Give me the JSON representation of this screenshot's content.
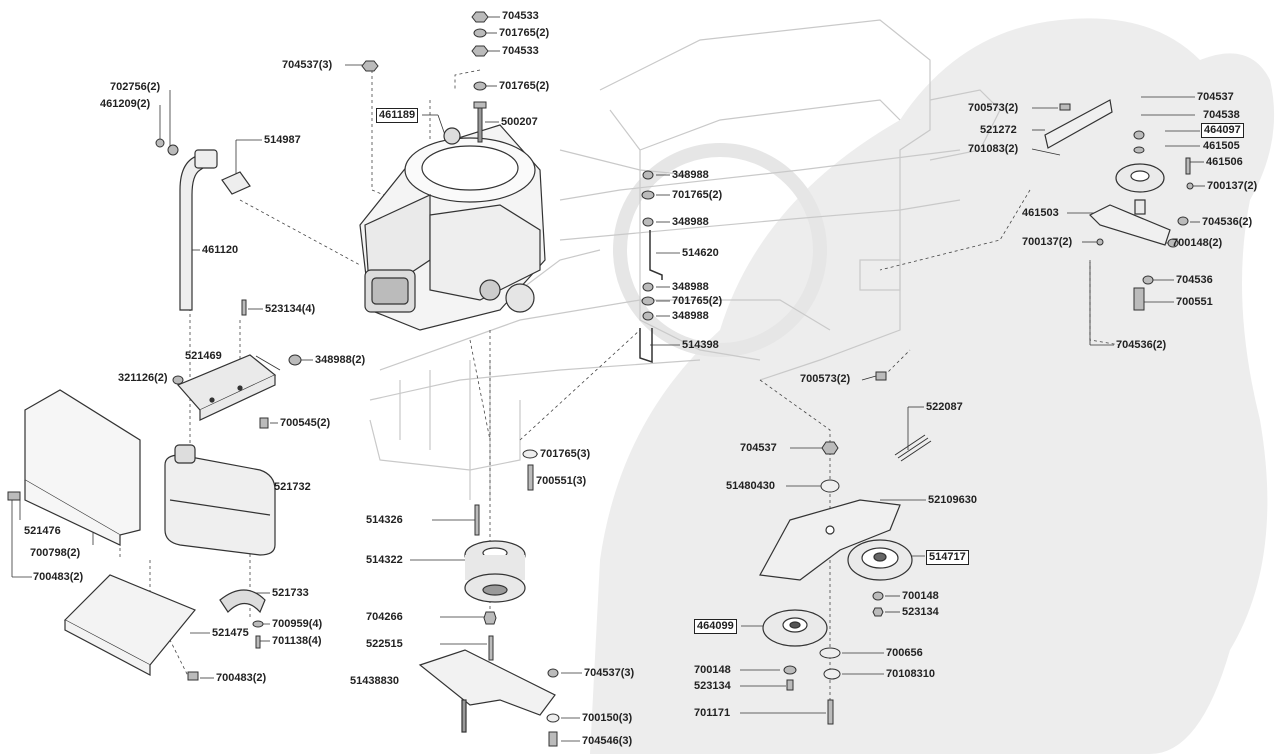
{
  "diagram": {
    "part_numbers": {
      "p_704533_a": "704533",
      "p_701765_2_a": "701765(2)",
      "p_704533_b": "704533",
      "p_701765_2_b": "701765(2)",
      "p_704537_3_top": "704537(3)",
      "p_461189": "461189",
      "p_500207": "500207",
      "p_702756_2": "702756(2)",
      "p_461209_2": "461209(2)",
      "p_514987": "514987",
      "p_461120": "461120",
      "p_523134_4": "523134(4)",
      "p_521469": "521469",
      "p_348988_2": "348988(2)",
      "p_321126_2": "321126(2)",
      "p_700545_2": "700545(2)",
      "p_521732": "521732",
      "p_521476": "521476",
      "p_700798_2": "700798(2)",
      "p_700483_2_a": "700483(2)",
      "p_521733": "521733",
      "p_700959_4": "700959(4)",
      "p_701138_4": "701138(4)",
      "p_521475": "521475",
      "p_700483_2_b": "700483(2)",
      "p_348988_a": "348988",
      "p_701765_2_c": "701765(2)",
      "p_348988_b": "348988",
      "p_514620": "514620",
      "p_348988_c": "348988",
      "p_701765_2_d": "701765(2)",
      "p_348988_d": "348988",
      "p_514398": "514398",
      "p_701765_3": "701765(3)",
      "p_700551_3": "700551(3)",
      "p_514326": "514326",
      "p_514322": "514322",
      "p_704266": "704266",
      "p_522515": "522515",
      "p_51438830": "51438830",
      "p_704537_3_bot": "704537(3)",
      "p_700150_3": "700150(3)",
      "p_704546_3": "704546(3)",
      "p_700573_2_a": "700573(2)",
      "p_521272": "521272",
      "p_701083_2": "701083(2)",
      "p_704537_r": "704537",
      "p_704538": "704538",
      "p_464097": "464097",
      "p_461505": "461505",
      "p_461506": "461506",
      "p_700137_2_a": "700137(2)",
      "p_461503": "461503",
      "p_704536_2_a": "704536(2)",
      "p_700137_2_b": "700137(2)",
      "p_700148_2": "700148(2)",
      "p_704536": "704536",
      "p_700551": "700551",
      "p_704536_2_b": "704536(2)",
      "p_700573_2_b": "700573(2)",
      "p_522087": "522087",
      "p_704537_c": "704537",
      "p_51480430": "51480430",
      "p_52109630": "52109630",
      "p_514717": "514717",
      "p_700148_a": "700148",
      "p_523134_a": "523134",
      "p_464099": "464099",
      "p_700656": "700656",
      "p_700148_b": "700148",
      "p_523134_b": "523134",
      "p_70108310": "70108310",
      "p_701171": "701171"
    },
    "colors": {
      "line": "#333333",
      "faint": "#c8c8c8",
      "watermark": "#ececec",
      "part_fill": "#f4f4f4"
    }
  }
}
